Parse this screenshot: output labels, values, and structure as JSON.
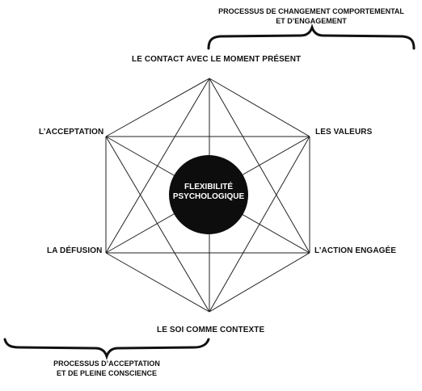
{
  "center": {
    "line1": "FLEXIBILITÉ",
    "line2": "PSYCHOLOGIQUE"
  },
  "nodes": {
    "top": "LE CONTACT AVEC LE MOMENT PRÉSENT",
    "upper_left": "L’ACCEPTATION",
    "upper_right": "LES VALEURS",
    "lower_left": "LA DÉFUSION",
    "lower_right": "L’ACTION ENGAGÉE",
    "bottom": "LE SOI COMME CONTEXTE"
  },
  "processes": {
    "top_right": {
      "line1": "PROCESSUS DE CHANGEMENT COMPORTEMENTAL",
      "line2": "ET D’ENGAGEMENT"
    },
    "bottom_left": {
      "line1": "PROCESSUS D’ACCEPTATION",
      "line2": "ET DE PLEINE CONSCIENCE"
    }
  },
  "colors": {
    "lines": "#222222",
    "center_fill": "#0d0d0d",
    "center_text": "#ffffff"
  }
}
